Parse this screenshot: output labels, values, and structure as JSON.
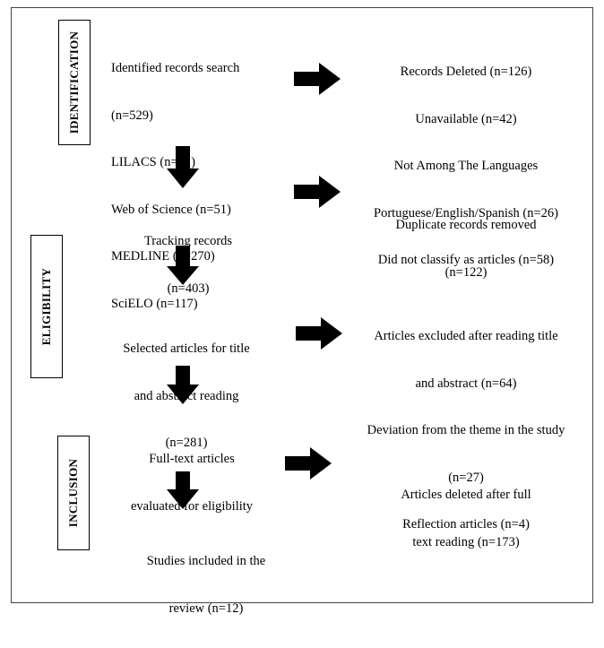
{
  "stages": {
    "identification": "IDENTIFICATION",
    "eligibility": "ELIGIBILITY",
    "inclusion": "INCLUSION"
  },
  "flow": {
    "identified": [
      "Identified records search",
      "(n=529)",
      "LILACS (n=91)",
      "Web of Science (n=51)",
      "MEDLINE (n=270)",
      "SciELO (n=117)"
    ],
    "tracking": [
      "Tracking records",
      "(n=403)"
    ],
    "selected": [
      "Selected articles for title",
      "and abstract reading",
      "(n=281)"
    ],
    "fulltext": [
      "Full-text articles",
      "evaluated for eligibility"
    ],
    "included": [
      "Studies included in the",
      "review (n=12)"
    ]
  },
  "excluded": {
    "deleted": [
      "Records Deleted (n=126)",
      "Unavailable (n=42)",
      "Not Among The Languages",
      "Portuguese/English/Spanish (n=26)",
      "Did not classify as articles (n=58)"
    ],
    "duplicates": [
      "Duplicate records removed",
      "(n=122)"
    ],
    "title_abstract": [
      "Articles excluded after reading title",
      "and abstract (n=64)",
      "Deviation from the theme in the study",
      "(n=27)",
      "Reflection articles (n=4)"
    ],
    "fulltext": [
      "Articles deleted after full",
      "text reading (n=173)"
    ]
  },
  "colors": {
    "arrow": "#000000",
    "border": "#000000",
    "frame": "#444444"
  }
}
